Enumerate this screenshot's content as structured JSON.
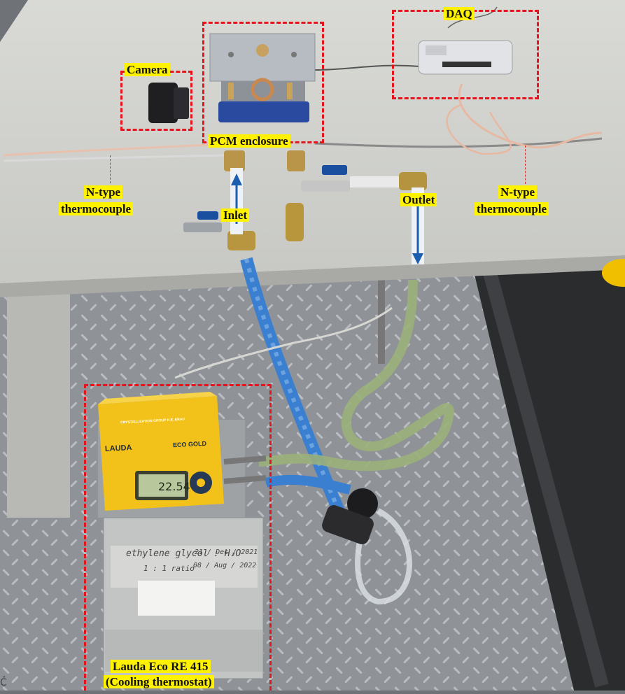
{
  "labels": {
    "daq": "DAQ",
    "camera": "Camera",
    "pcm_enclosure": "PCM enclosure",
    "n_type_left_line1": "N-type",
    "n_type_left_line2": "thermocouple",
    "n_type_right_line1": "N-type",
    "n_type_right_line2": "thermocouple",
    "inlet": "Inlet",
    "outlet": "Outlet",
    "thermostat_line1": "Lauda Eco RE 415",
    "thermostat_line2": "(Cooling thermostat)"
  },
  "device": {
    "brand": "LAUDA",
    "model": "ECO GOLD",
    "display_value": "22.54",
    "top_strip": "CRYSTALLIZATION GROUP H.E. ERAU"
  },
  "note": {
    "line1": "ethylene glycol : H₂O",
    "line2": "1 : 1 ratio",
    "line3": "21 / Dec / 2021",
    "line4": "08 / Aug / 2022"
  },
  "corner_mark": "Č",
  "colors": {
    "label_bg": "#fff200",
    "box_border": "#e8141c",
    "device_yellow": "#f2c21a",
    "tube_blue": "#3a7fd0"
  }
}
